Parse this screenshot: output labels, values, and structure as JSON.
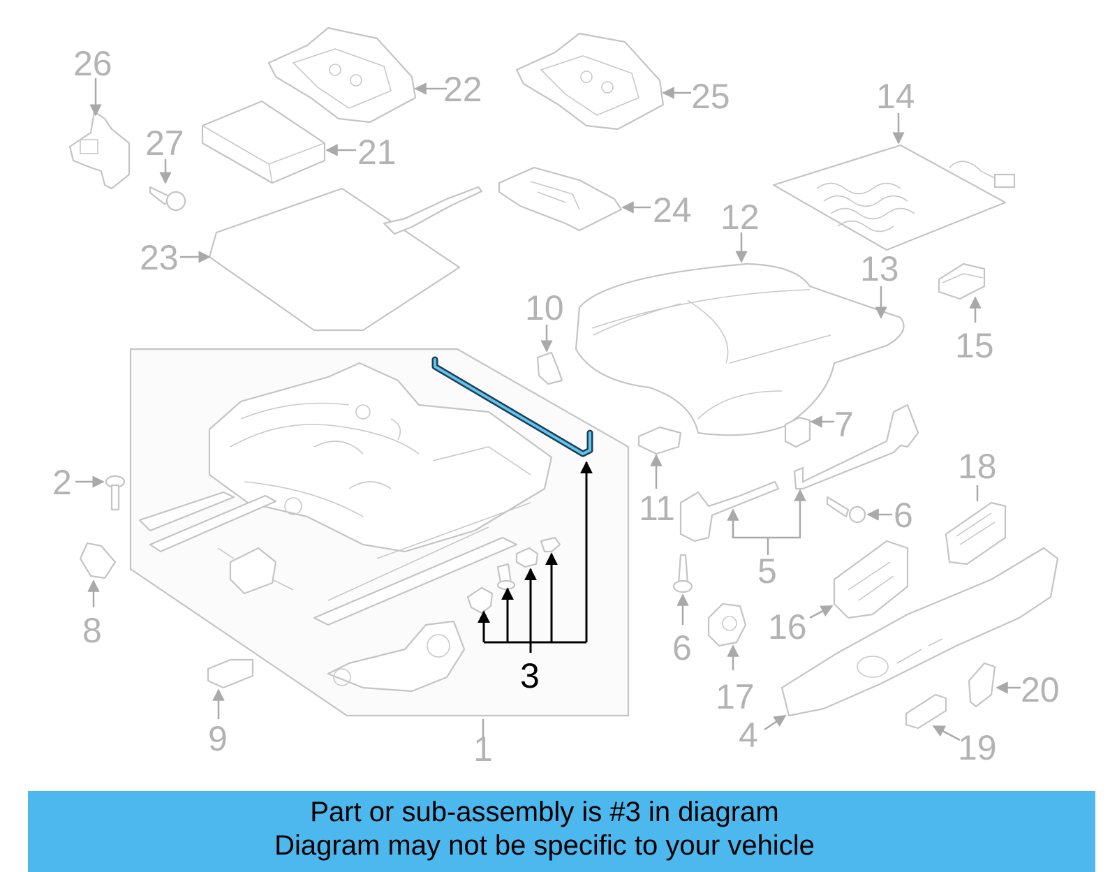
{
  "diagram": {
    "highlight_color": "#3b9cc8",
    "banner_color": "#4db8ee",
    "part_numbers": {
      "n1": "1",
      "n2": "2",
      "n3": "3",
      "n4": "4",
      "n5": "5",
      "n6a": "6",
      "n6b": "6",
      "n7": "7",
      "n8": "8",
      "n9": "9",
      "n10": "10",
      "n11": "11",
      "n12": "12",
      "n13": "13",
      "n14": "14",
      "n15": "15",
      "n16": "16",
      "n17": "17",
      "n18": "18",
      "n19": "19",
      "n20": "20",
      "n21": "21",
      "n22": "22",
      "n23": "23",
      "n24": "24",
      "n25": "25",
      "n26": "26",
      "n27": "27"
    },
    "highlighted_part": "3"
  },
  "banner": {
    "line1": "Part or sub-assembly is #3 in diagram",
    "line2": "Diagram may not be specific to your vehicle"
  }
}
